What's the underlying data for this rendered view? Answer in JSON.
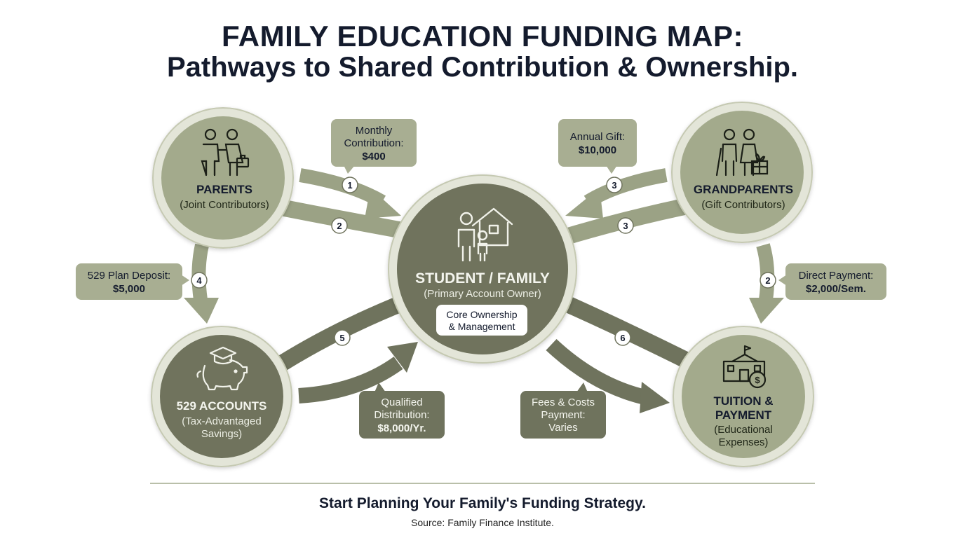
{
  "title": {
    "line1": "FAMILY EDUCATION FUNDING MAP:",
    "line2": "Pathways to Shared Contribution & Ownership."
  },
  "nodes": {
    "parents": {
      "name": "PARENTS",
      "role": "(Joint Contributors)",
      "icon": "parents-couple-icon"
    },
    "grandparents": {
      "name": "GRANDPARENTS",
      "role": "(Gift Contributors)",
      "icon": "grandparents-gift-icon"
    },
    "student": {
      "name": "STUDENT / FAMILY",
      "role": "(Primary Account Owner)",
      "badge_line1": "Core Ownership",
      "badge_line2": "& Management",
      "icon": "family-house-icon"
    },
    "accounts": {
      "name": "529 ACCOUNTS",
      "role_line1": "(Tax-Advantaged",
      "role_line2": "Savings)",
      "icon": "piggy-bank-graduation-icon"
    },
    "tuition": {
      "name_line1": "TUITION &",
      "name_line2": "PAYMENT",
      "role_line1": "(Educational",
      "role_line2": "Expenses)",
      "icon": "school-dollar-icon"
    }
  },
  "callouts": {
    "monthly": {
      "line1": "Monthly",
      "line2": "Contribution:",
      "line3": "$400"
    },
    "annual": {
      "line1": "Annual Gift:",
      "line2": "$10,000"
    },
    "deposit": {
      "line1": "529 Plan Deposit:",
      "line2": "$5,000"
    },
    "direct": {
      "line1": "Direct Payment:",
      "line2": "$2,000/Sem."
    },
    "qualified": {
      "line1": "Qualified",
      "line2": "Distribution:",
      "line3": "$8,000/Yr."
    },
    "fees": {
      "line1": "Fees & Costs",
      "line2": "Payment:",
      "line3": "Varies"
    }
  },
  "steps": {
    "s1": "1",
    "s2a": "2",
    "s3a": "3",
    "s3b": "3",
    "s4": "4",
    "s2b": "2",
    "s5": "5",
    "s6": "6"
  },
  "footer": {
    "cta": "Start Planning Your Family's Funding Strategy.",
    "source": "Source: Family Finance Institute."
  },
  "colors": {
    "sage_light": "#a3aa8c",
    "sage_dark": "#6f735d",
    "ring": "#d9dcc9",
    "connector": "#9ba285",
    "callout_light": "#a8ae92",
    "callout_dark": "#6f735d",
    "text_dark": "#141b2d"
  }
}
